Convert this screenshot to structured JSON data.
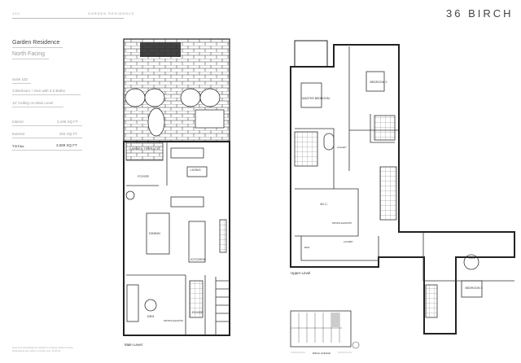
{
  "header": {
    "page_number": "102",
    "section": "GARDEN RESIDENCE",
    "brand": "36 BIRCH"
  },
  "info": {
    "title": "Garden Residence",
    "facing": "North Facing",
    "suite": "Suite 102",
    "layout": "3 Bedroom + Den with 3.5 Baths",
    "ceiling": "10' Ceiling on Main Level",
    "areas": [
      {
        "label": "Interior",
        "value": "3,186 SQ FT"
      },
      {
        "label": "Exterior",
        "value": "403 SQ FT"
      },
      {
        "label": "TOTAL",
        "value": "3,589 SQ FT"
      }
    ]
  },
  "note": "Area and specifications subject to change without notice. Illustrations are artist's concept only. E.&O.E.",
  "main_level": {
    "caption": "Main Level",
    "rooms": [
      "GARDEN TERRACE",
      "FOYER",
      "LIVING",
      "DINING",
      "KITCHEN",
      "DEN",
      "FOYER",
      "PRIVATE ELEVATOR"
    ]
  },
  "upper_level": {
    "caption": "Upper Level",
    "rooms": [
      "MASTER BEDROOM",
      "BEDROOM 2",
      "W.I.C.",
      "GALLERY",
      "PRIVATE ELEVATOR",
      "DESK",
      "LAUNDRY",
      "DEN",
      "BEDROOM 3"
    ]
  },
  "key_plan": {
    "street": "BIRCH AVENUE"
  }
}
